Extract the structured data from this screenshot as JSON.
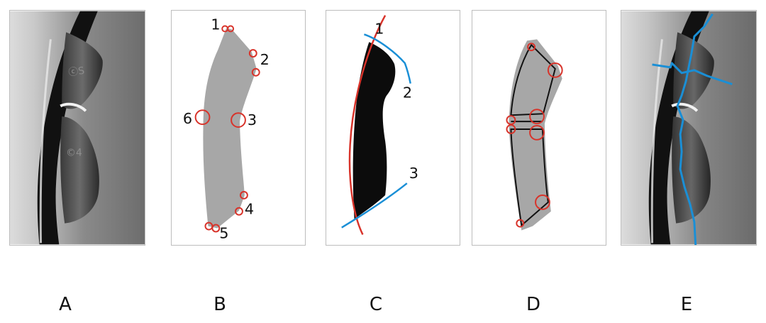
{
  "panels": [
    {
      "label": "A"
    },
    {
      "label": "B",
      "markers": [
        "1",
        "2",
        "3",
        "4",
        "5",
        "6"
      ]
    },
    {
      "label": "C",
      "markers": [
        "1",
        "2",
        "3"
      ]
    },
    {
      "label": "D"
    },
    {
      "label": "E"
    }
  ],
  "colors": {
    "red_marker": "#d8332a",
    "blue_line": "#1a8fd6",
    "region_fill": "#a7a7a7",
    "dark_region": "#0c0c0c",
    "frame": "#bdbdbd"
  }
}
